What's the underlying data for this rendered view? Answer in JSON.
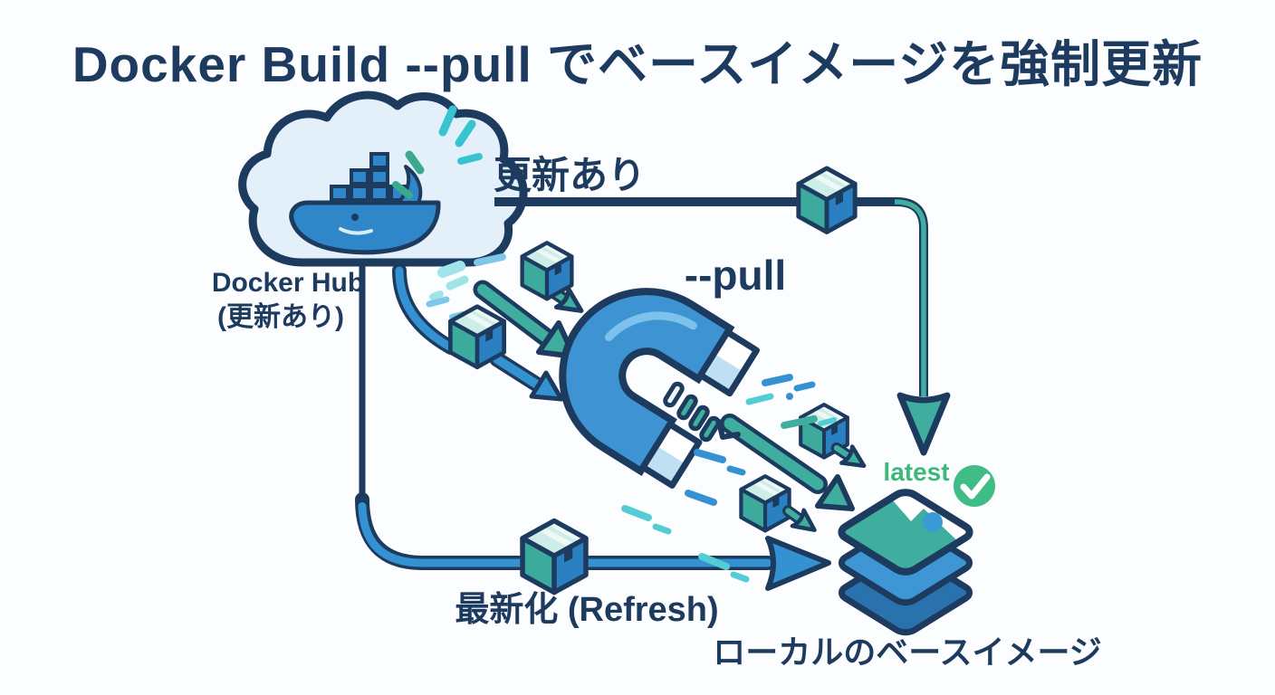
{
  "labels": {
    "title": "Docker Build --pull でベースイメージを強制更新",
    "hub_name": "Docker Hub",
    "hub_status": "(更新あり)",
    "update_available": "更新あり",
    "pull_option": "--pull",
    "refresh": "最新化 (Refresh)",
    "image_tag": "latest",
    "local_image": "ローカルのベースイメージ"
  },
  "colors": {
    "navy": "#1d3a5f",
    "docker_blue": "#3592d2",
    "teal": "#3fae9e",
    "cyan": "#38c4cf",
    "light_blue": "#7fc6ea",
    "cloud_fill": "#e3f0f9",
    "green": "#3cb878",
    "check_green": "#40bd87",
    "pale_teal": "#cdeee8",
    "background": "#fcfdfe"
  },
  "icons": {
    "docker_hub_cloud": "☁",
    "docker_whale": "🐳",
    "package_box": "📦",
    "magnet": "🧲",
    "checkmark": "✓",
    "image_stack": "🖼",
    "sparkles": "✦"
  }
}
